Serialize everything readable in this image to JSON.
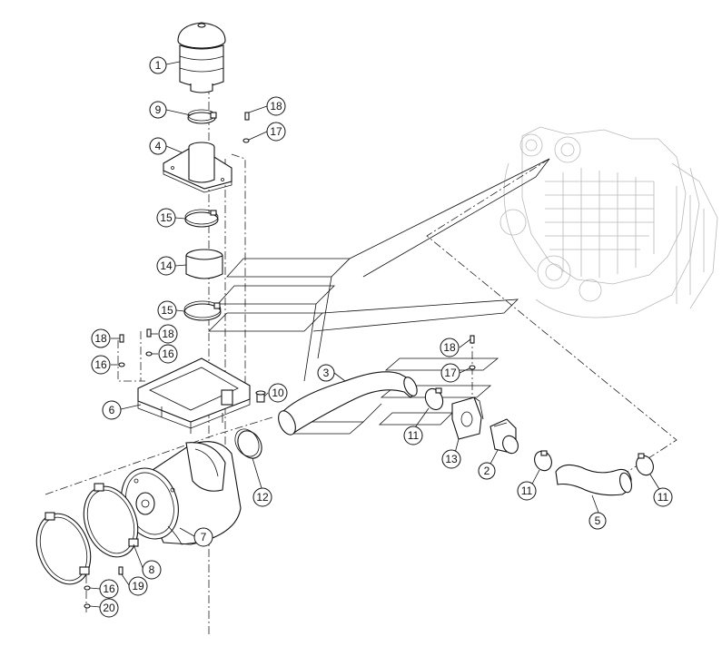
{
  "callouts": [
    {
      "id": "c1",
      "label": "1"
    },
    {
      "id": "c9",
      "label": "9"
    },
    {
      "id": "c4",
      "label": "4"
    },
    {
      "id": "c18a",
      "label": "18"
    },
    {
      "id": "c17a",
      "label": "17"
    },
    {
      "id": "c15a",
      "label": "15"
    },
    {
      "id": "c14",
      "label": "14"
    },
    {
      "id": "c15b",
      "label": "15"
    },
    {
      "id": "c18b",
      "label": "18"
    },
    {
      "id": "c18c",
      "label": "18"
    },
    {
      "id": "c16a",
      "label": "16"
    },
    {
      "id": "c16b",
      "label": "16"
    },
    {
      "id": "c6",
      "label": "6"
    },
    {
      "id": "c10",
      "label": "10"
    },
    {
      "id": "c12",
      "label": "12"
    },
    {
      "id": "c7",
      "label": "7"
    },
    {
      "id": "c8",
      "label": "8"
    },
    {
      "id": "c19",
      "label": "19"
    },
    {
      "id": "c16c",
      "label": "16"
    },
    {
      "id": "c20",
      "label": "20"
    },
    {
      "id": "c3",
      "label": "3"
    },
    {
      "id": "c18d",
      "label": "18"
    },
    {
      "id": "c17b",
      "label": "17"
    },
    {
      "id": "c11a",
      "label": "11"
    },
    {
      "id": "c13",
      "label": "13"
    },
    {
      "id": "c2",
      "label": "2"
    },
    {
      "id": "c11b",
      "label": "11"
    },
    {
      "id": "c5",
      "label": "5"
    },
    {
      "id": "c11c",
      "label": "11"
    }
  ]
}
